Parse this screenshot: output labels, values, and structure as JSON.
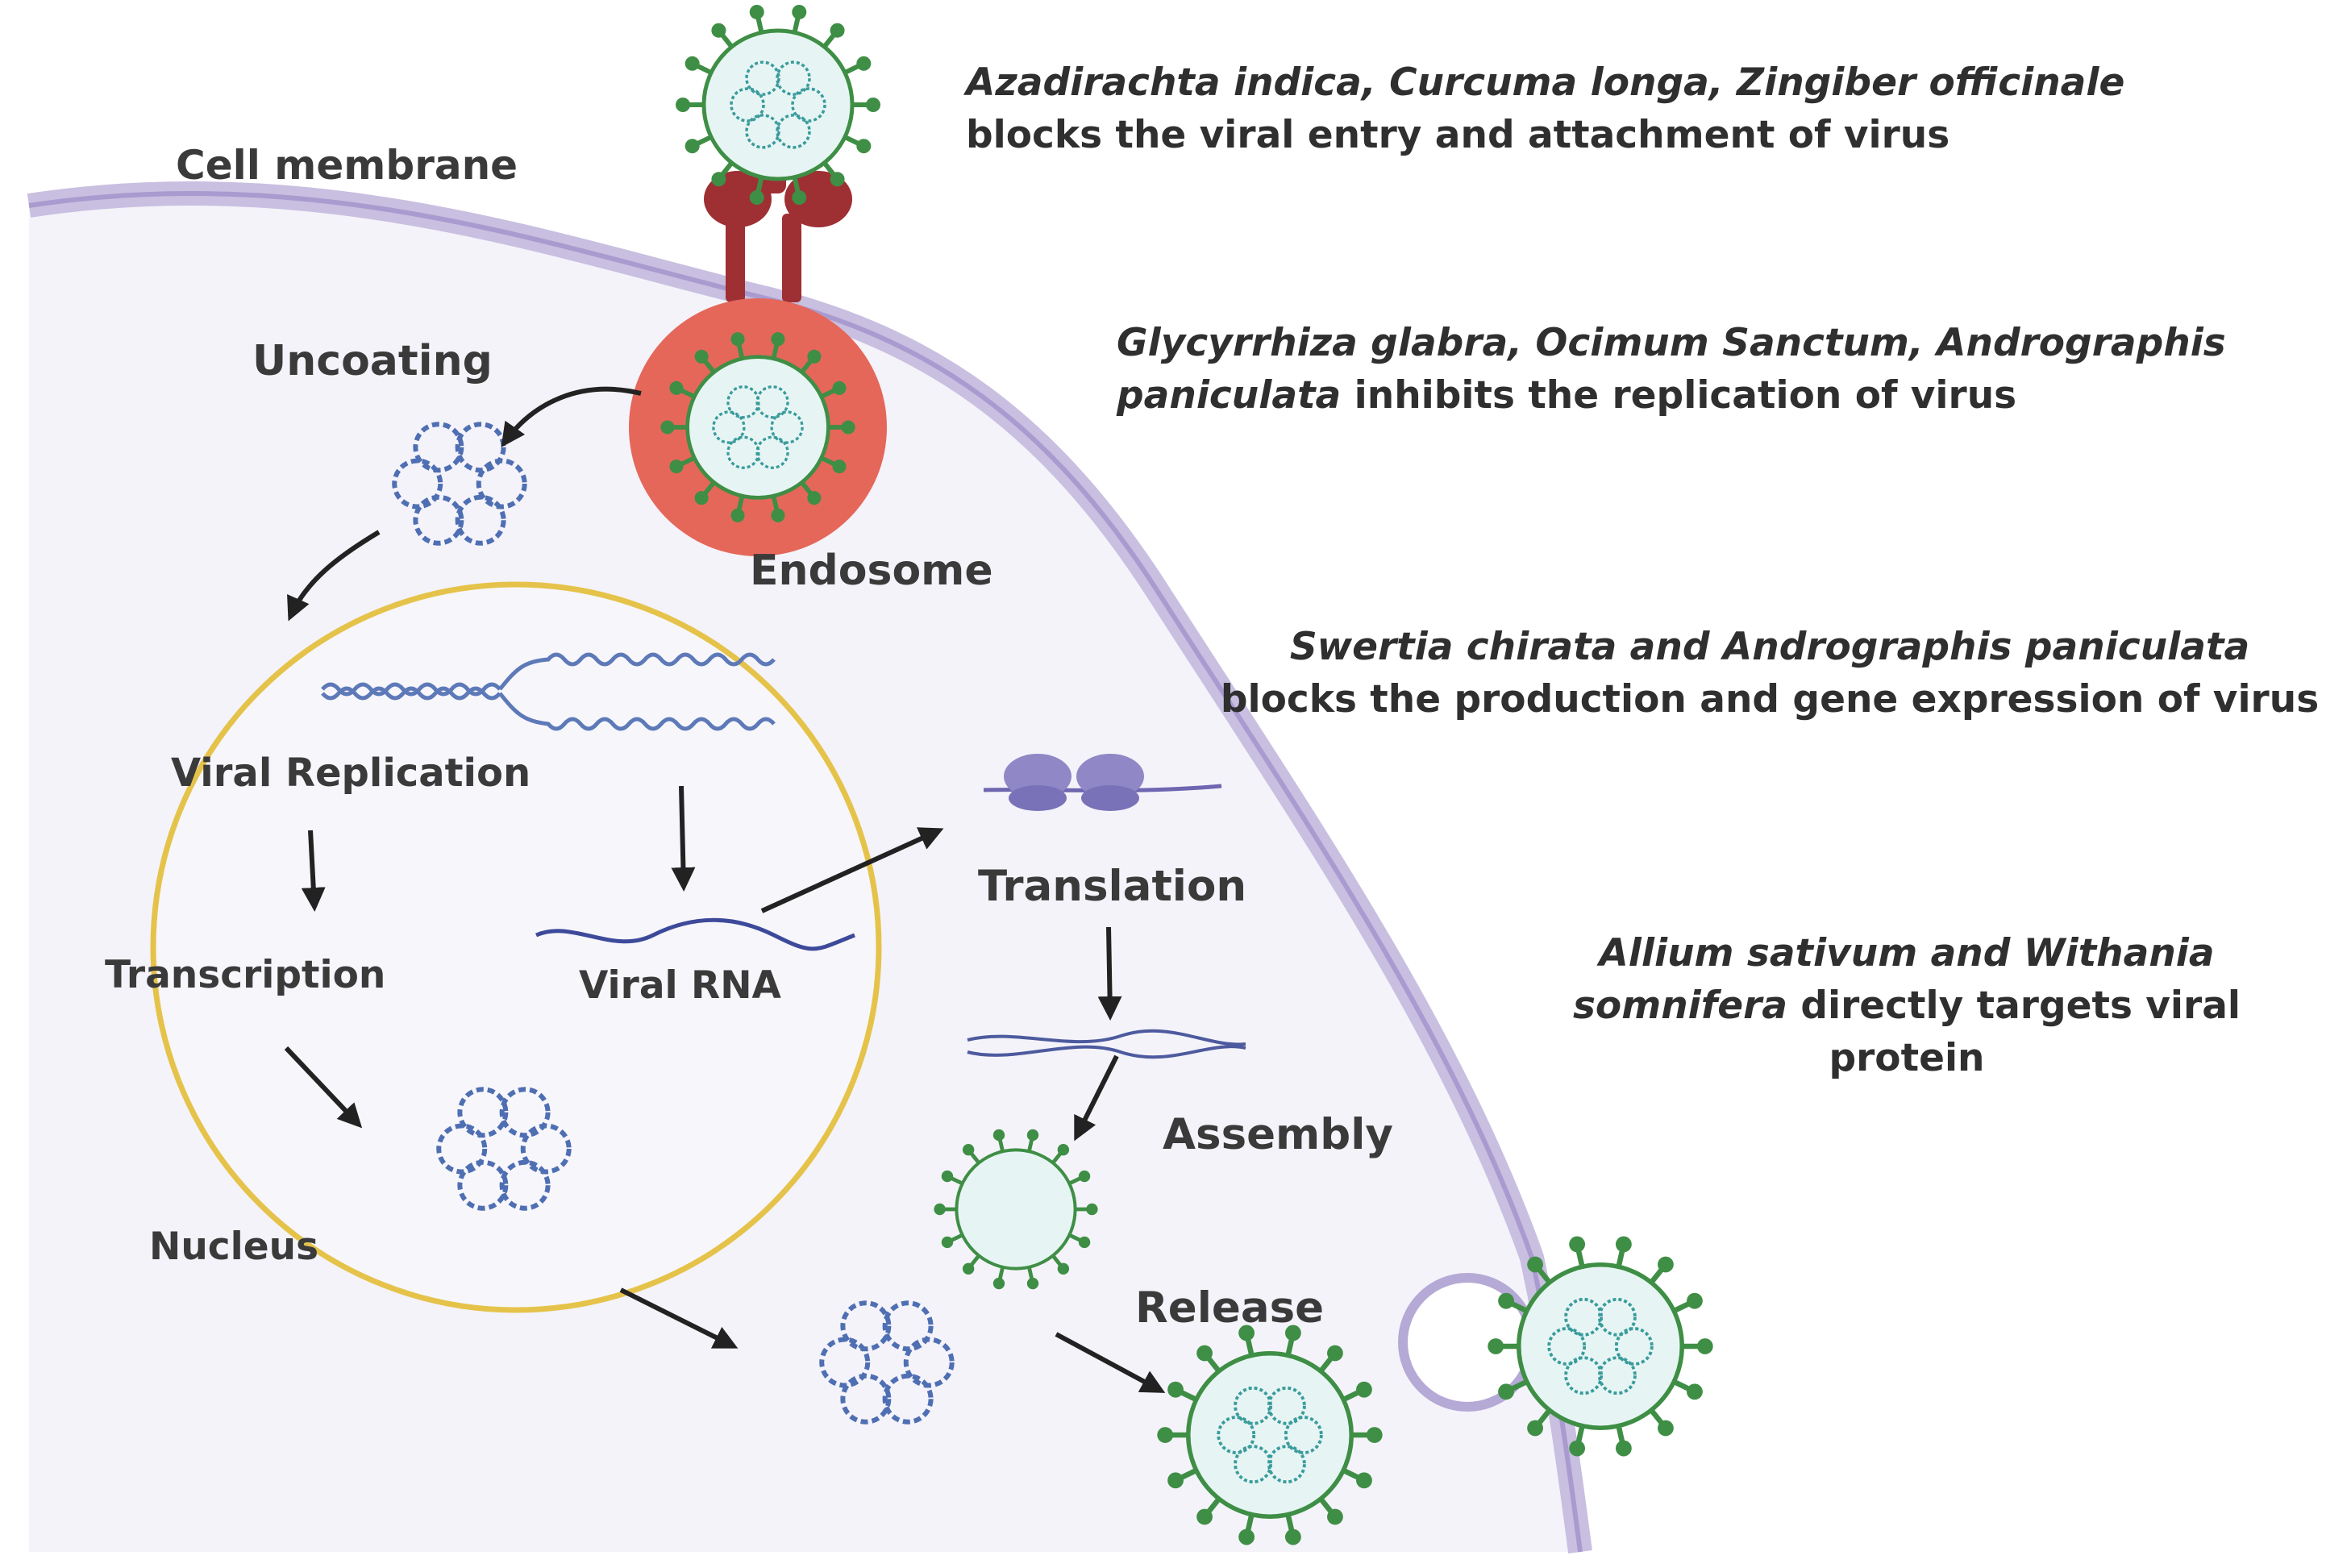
{
  "labels": {
    "cell_membrane": "Cell membrane",
    "uncoating": "Uncoating",
    "endosome": "Endosome",
    "viral_replication": "Viral Replication",
    "transcription": "Transcription",
    "viral_rna": "Viral RNA",
    "translation": "Translation",
    "assembly": "Assembly",
    "nucleus": "Nucleus",
    "release": "Release"
  },
  "annotations": [
    {
      "species": "Azadirachta indica, Curcuma longa, Zingiber officinale",
      "effect": "blocks the viral entry and attachment of virus"
    },
    {
      "species": "Glycyrrhiza glabra, Ocimum Sanctum, Andrographis paniculata",
      "effect": "inhibits the replication of virus"
    },
    {
      "species": "Swertia chirata and Andrographis paniculata",
      "effect": "blocks the production and gene expression of virus"
    },
    {
      "species": "Allium sativum and Withania somnifera",
      "effect": "directly targets viral protein"
    }
  ],
  "colors": {
    "membrane": "#c9bfe0",
    "cytoplasm": "#f4f3fa",
    "nucleus_border": "#e5c34a",
    "endosome": "#e5675a",
    "receptor": "#9e2f33",
    "spike": "#3f8e45",
    "capsid": "#e6f5f4",
    "rna_teal": "#3a9b9b",
    "rna_blue": "#4f6fb3",
    "ribosome": "#8f87c6",
    "arrow": "#222222"
  }
}
